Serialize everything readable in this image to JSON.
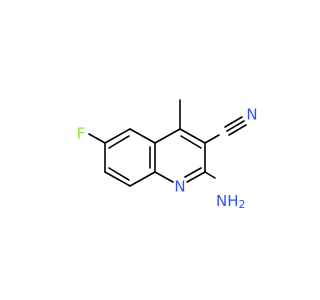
{
  "molecule": {
    "atoms": {
      "fluorine": {
        "label": "F",
        "color": "#90e050"
      },
      "ring_nitrogen": {
        "label": "N",
        "color": "#3050f8"
      },
      "amino": {
        "label": "NH",
        "subscript": "2",
        "color": "#3050f8"
      },
      "nitrile_nitrogen": {
        "label": "N",
        "color": "#3050f8"
      }
    },
    "bond_color": "#000000",
    "background": "#ffffff"
  }
}
